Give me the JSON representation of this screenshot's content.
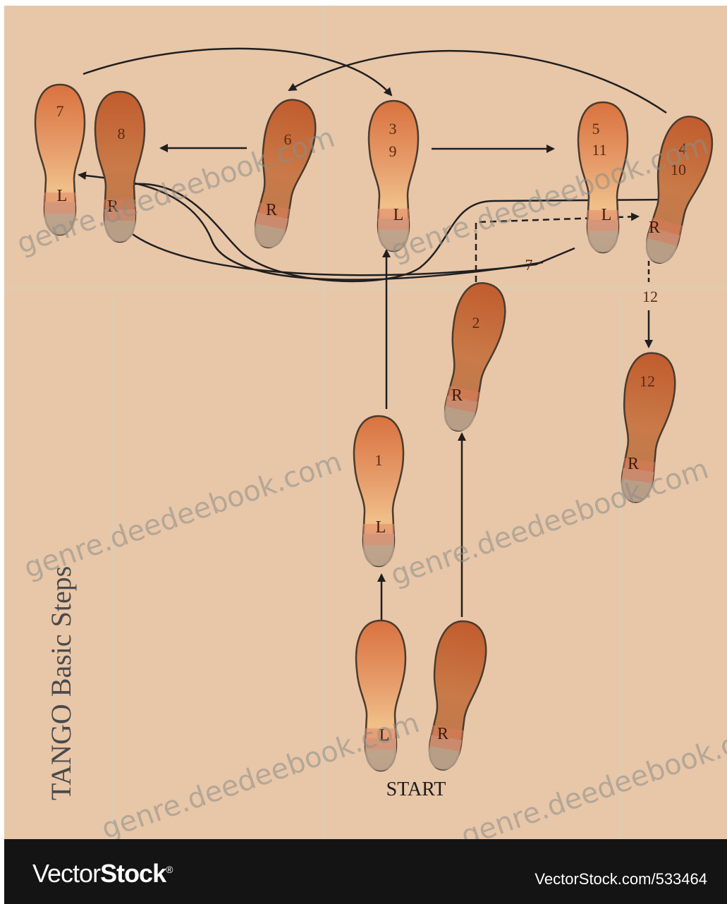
{
  "title": "TANGO Basic Steps",
  "start_label": "START",
  "watermark": "genre.deedeebook.com",
  "footer": {
    "brand_part1": "Vector",
    "brand_part2": "Stock",
    "brand_mark": "®",
    "url": "VectorStock.com/533464"
  },
  "colors": {
    "background": "#e8c6a8",
    "shoe_dark": "#c86a3a",
    "shoe_light": "#e79a6a",
    "heel": "#b8a99c",
    "arrow": "#1f1f1f",
    "footer": "#141414"
  },
  "footprints": [
    {
      "id": "step-1-left",
      "number": "1",
      "side": "L"
    },
    {
      "id": "step-2-right",
      "number": "2",
      "side": "R"
    },
    {
      "id": "step-3-9-left",
      "number": "3\n9",
      "side": "L"
    },
    {
      "id": "step-4-10-right",
      "number": "4\n10",
      "side": "R"
    },
    {
      "id": "step-5-11-left",
      "number": "5\n11",
      "side": "L"
    },
    {
      "id": "step-6-right",
      "number": "6",
      "side": "R"
    },
    {
      "id": "step-7-left",
      "number": "7",
      "side": "L"
    },
    {
      "id": "step-8-right",
      "number": "8",
      "side": "R"
    },
    {
      "id": "step-12-right",
      "number": "12",
      "side": "R"
    },
    {
      "id": "start-left",
      "number": "",
      "side": "L"
    },
    {
      "id": "start-right",
      "number": "",
      "side": "R"
    }
  ],
  "arrow_labels": [
    "7",
    "12"
  ]
}
